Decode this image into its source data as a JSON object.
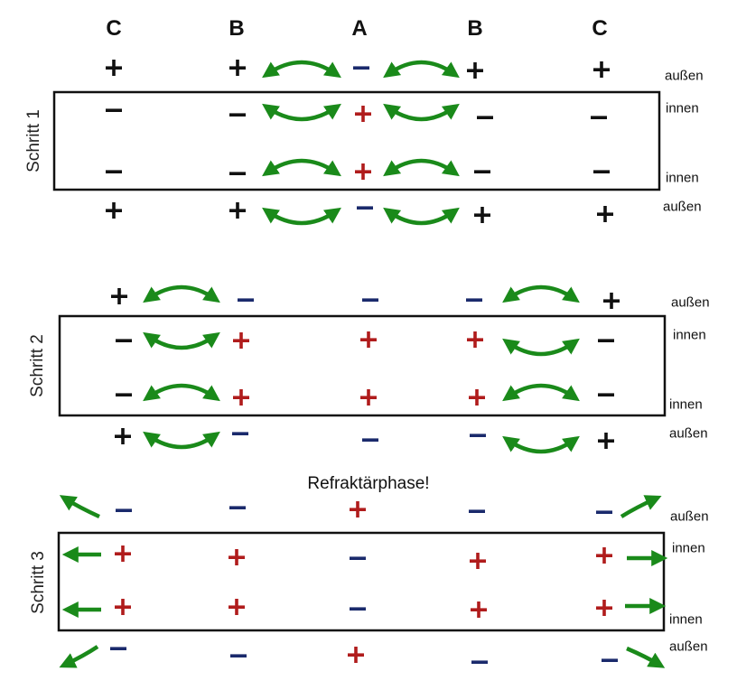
{
  "columns": [
    "C",
    "B",
    "A",
    "B",
    "C"
  ],
  "labels": {
    "outside": "außen",
    "inside": "innen"
  },
  "steps": [
    "Schritt 1",
    "Schritt 2",
    "Schritt 3"
  ],
  "refractory_note": "Refraktärphase!",
  "colors": {
    "black": "#111111",
    "red": "#b01c1c",
    "navy": "#1a2a6c",
    "arrow": "#1a8a1a",
    "box": "#111111"
  },
  "icons": {
    "double_arrow": "curved-double-arrow-icon",
    "outflow": "outflow-arrow-icon"
  },
  "charges": {
    "step1": [
      [
        "+",
        "+",
        "-",
        "+",
        "+"
      ],
      [
        "-",
        "-",
        "+",
        "-",
        "-"
      ],
      [
        "-",
        "-",
        "+",
        "-",
        "-"
      ],
      [
        "+",
        "+",
        "-",
        "+",
        "+"
      ]
    ],
    "step2": [
      [
        "+",
        "-",
        "-",
        "-",
        "+"
      ],
      [
        "-",
        "+",
        "+",
        "+",
        "-"
      ],
      [
        "-",
        "+",
        "+",
        "+",
        "-"
      ],
      [
        "+",
        "-",
        "-",
        "-",
        "+"
      ]
    ],
    "step3": [
      [
        "-",
        "-",
        "+",
        "-",
        "-"
      ],
      [
        "+",
        "+",
        "-",
        "+",
        "+"
      ],
      [
        "+",
        "+",
        "-",
        "+",
        "+"
      ],
      [
        "-",
        "-",
        "+",
        "-",
        "-"
      ]
    ]
  }
}
